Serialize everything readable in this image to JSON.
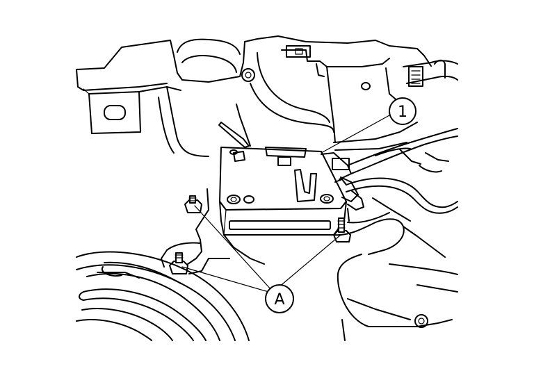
{
  "callouts": [
    {
      "id": "1",
      "label": "1"
    },
    {
      "id": "A",
      "label": "A"
    }
  ]
}
